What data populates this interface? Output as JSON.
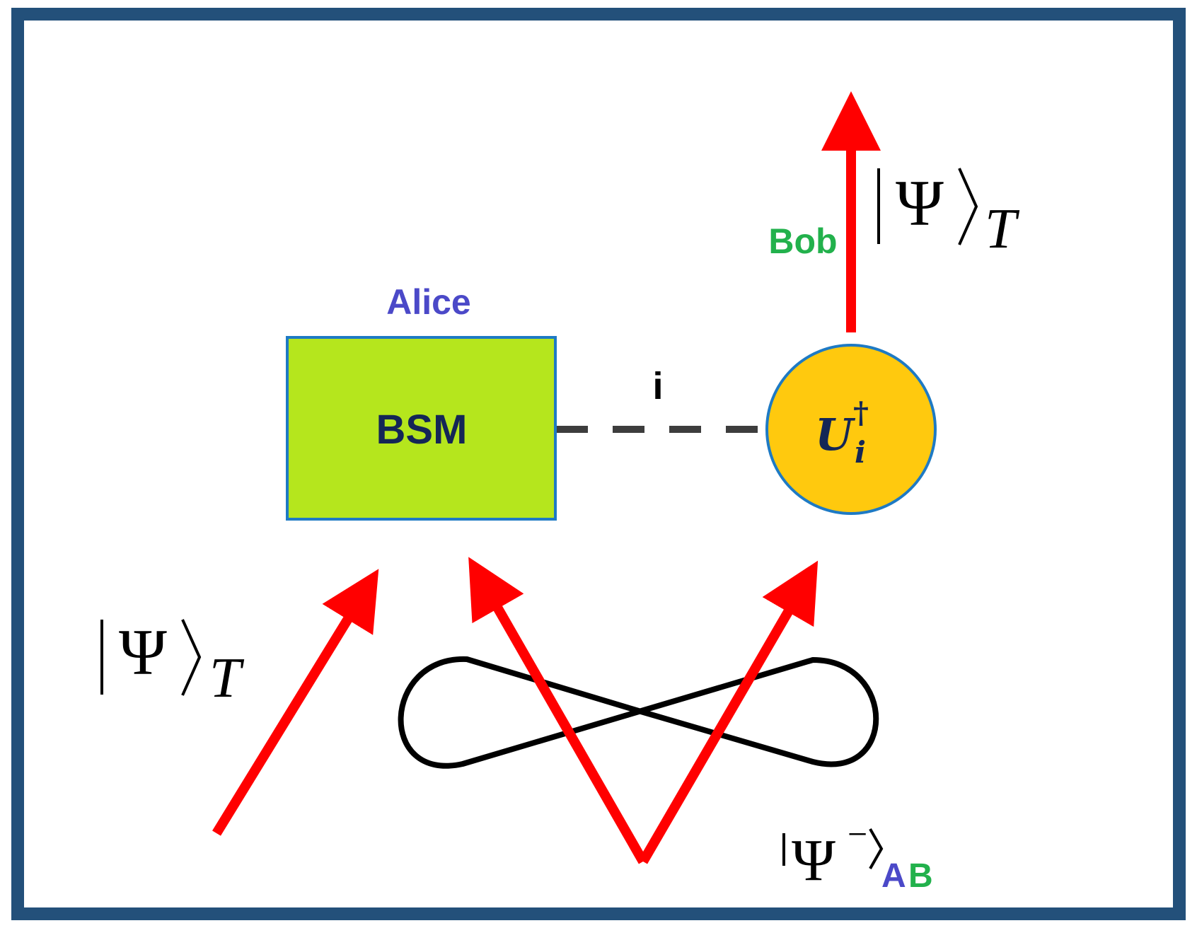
{
  "labels": {
    "alice": "Alice",
    "bob": "Bob",
    "bsm": "BSM",
    "channel": "i",
    "state_in_symbol": "Ψ",
    "state_in_subscript": "T",
    "state_out_symbol": "Ψ",
    "state_out_subscript": "T",
    "unitary_base": "U",
    "unitary_sub": "i",
    "unitary_sup": "†",
    "pair_symbol": "Ψ",
    "pair_sup": "−",
    "pair_sub_a": "A",
    "pair_sub_b": "B"
  },
  "colors": {
    "border": "#23507a",
    "arrow": "#ff0000",
    "bsm_fill": "#b5e61d",
    "box_stroke": "#1e7ac4",
    "unitary_fill": "#ffc90e",
    "alice_color": "#4b49c8",
    "bob_color": "#22b14c",
    "bsm_text": "#142656",
    "dash": "#3d3d3d",
    "loop": "#000000"
  },
  "icons": [
    "arrow-up-icon",
    "figure-eight-entanglement-icon"
  ]
}
